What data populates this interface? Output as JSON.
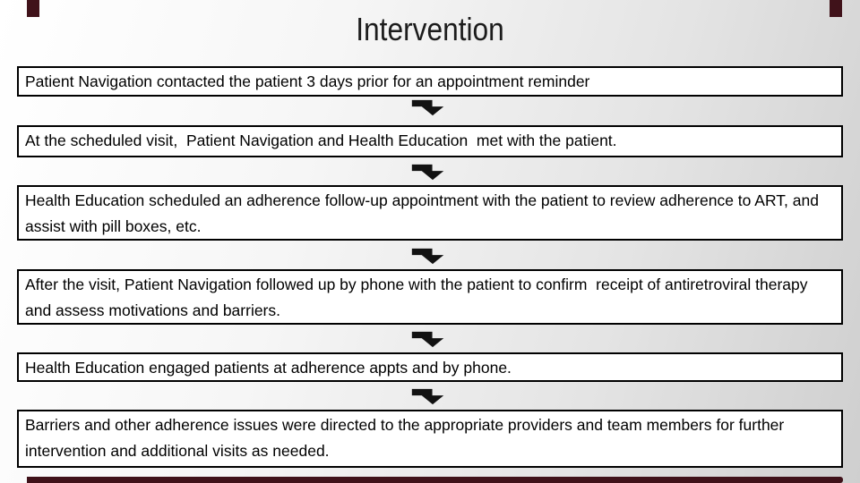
{
  "slide": {
    "title": "Intervention",
    "steps": [
      {
        "text": "Patient Navigation contacted the patient 3 days prior for an appointment reminder"
      },
      {
        "text": "At the scheduled visit,  Patient Navigation and Health Education  met with the patient."
      },
      {
        "text": "Health Education scheduled an adherence follow-up appointment with the patient to review adherence to ART, and assist with pill boxes, etc."
      },
      {
        "text": "After the visit, Patient Navigation followed up by phone with the patient to confirm  receipt of antiretroviral therapy and assess motivations and barriers."
      },
      {
        "text": "Health Education engaged patients at adherence appts and by phone."
      },
      {
        "text": "Barriers and other adherence issues were directed to the appropriate providers and team members for further intervention and additional visits as needed."
      }
    ]
  },
  "icons": {
    "connector": "bent-down-arrow-icon"
  },
  "colors": {
    "frame_accent": "#40121a",
    "arrow_color": "#121212",
    "box_border": "#000000",
    "box_fill": "#ffffff"
  }
}
